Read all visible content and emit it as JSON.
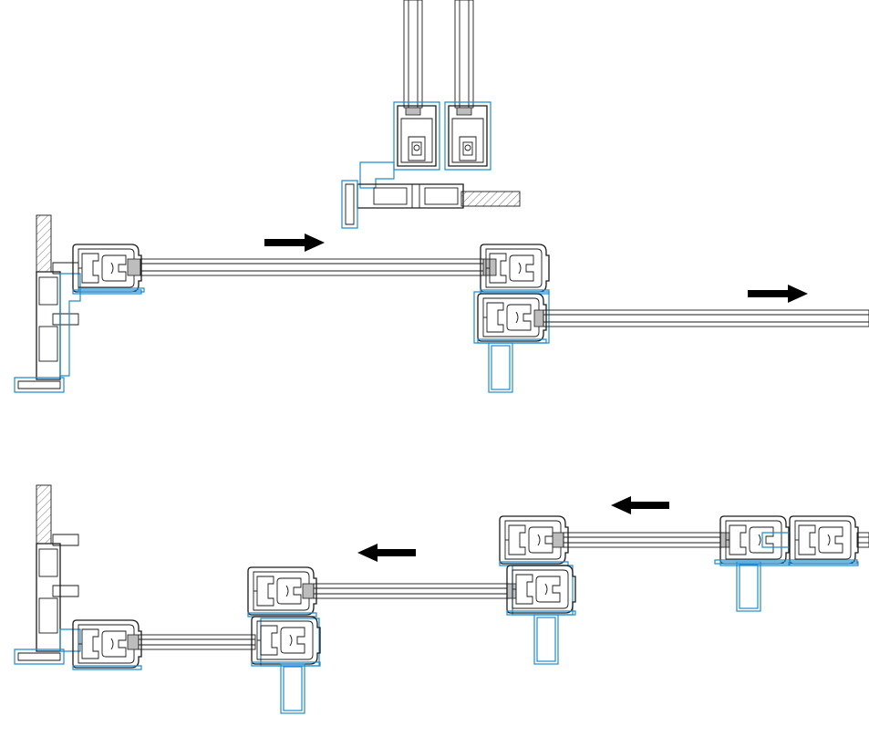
{
  "diagram": {
    "type": "sliding-door-profile-section",
    "line_colors": {
      "outline": "#1a1a1a",
      "seal": "#1f8bd1",
      "glass_edge": "#bdbdbd",
      "arrow": "#000000"
    },
    "annotations": [],
    "views": [
      {
        "id": "vertical-section",
        "arrows": []
      },
      {
        "id": "plan-opening-right",
        "arrows": [
          "right",
          "right"
        ]
      },
      {
        "id": "plan-opening-left",
        "arrows": [
          "left",
          "left"
        ]
      }
    ]
  }
}
